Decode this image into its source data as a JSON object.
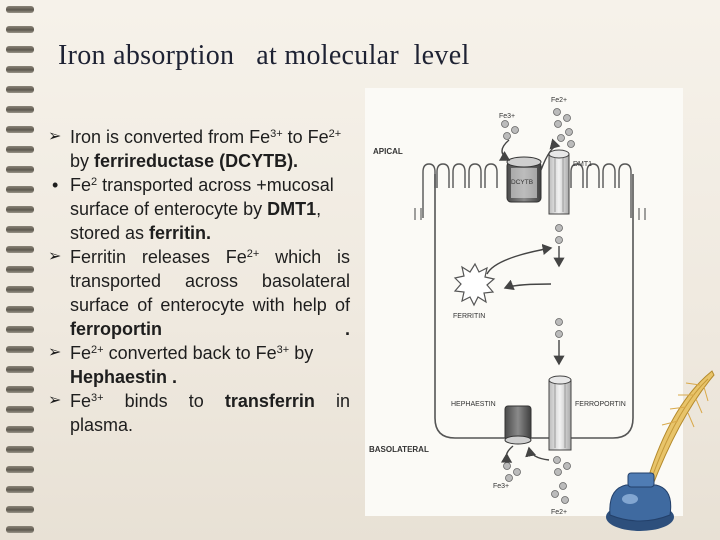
{
  "slide": {
    "title": "Iron absorption   at molecular  level",
    "bullets": [
      {
        "marker": "arrow",
        "parts": [
          {
            "t": "Iron is converted from Fe"
          },
          {
            "t": "3+",
            "sup": true
          },
          {
            "t": " to  Fe"
          },
          {
            "t": "2+",
            "sup": true
          },
          {
            "t": " by "
          },
          {
            "t": "ferrireductase (DCYTB).",
            "b": true
          }
        ]
      },
      {
        "marker": "dot",
        "parts": [
          {
            "t": "Fe"
          },
          {
            "t": "2",
            "sup": true
          },
          {
            "t": " transported across "
          },
          {
            "t": "+"
          },
          {
            "t": "mucosal surface of enterocyte by "
          },
          {
            "t": "DMT1",
            "b": true
          },
          {
            "t": ", stored as "
          },
          {
            "t": "ferritin.",
            "b": true
          }
        ]
      },
      {
        "marker": "arrow",
        "justify": true,
        "parts": [
          {
            "t": "Ferritin releases Fe"
          },
          {
            "t": "2+",
            "sup": true
          },
          {
            "t": " which is transported across basolateral surface of enterocyte with  help of "
          },
          {
            "t": "ferroportin .",
            "b": true
          }
        ]
      },
      {
        "marker": "arrow",
        "parts": [
          {
            "t": "Fe"
          },
          {
            "t": "2+",
            "sup": true
          },
          {
            "t": " converted back to Fe"
          },
          {
            "t": "3+",
            "sup": true
          },
          {
            "t": " by "
          },
          {
            "t": "Hephaestin .",
            "b": true
          }
        ]
      },
      {
        "marker": "arrow",
        "justify": true,
        "parts": [
          {
            "t": "Fe"
          },
          {
            "t": "3+",
            "sup": true
          },
          {
            "t": "  binds  to  "
          },
          {
            "t": "transferrin",
            "b": true
          },
          {
            "t": " in  plasma."
          }
        ]
      }
    ]
  },
  "figure": {
    "labels": {
      "apical": "APICAL",
      "basolateral": "BASOLATERAL",
      "dcytb": "DCYTB",
      "dmt1": "DMT1",
      "ferritin": "FERRITIN",
      "hephaestin": "HEPHAESTIN",
      "ferroportin": "FERROPORTIN",
      "fe3_top": "Fe3+",
      "fe2_top": "Fe2+",
      "fe3_bottom": "Fe3+",
      "fe2_bottom": "Fe2+"
    },
    "colors": {
      "membrane": "#555555",
      "protein": "#d8d8d8",
      "dark_protein": "#6b6b6b"
    }
  }
}
